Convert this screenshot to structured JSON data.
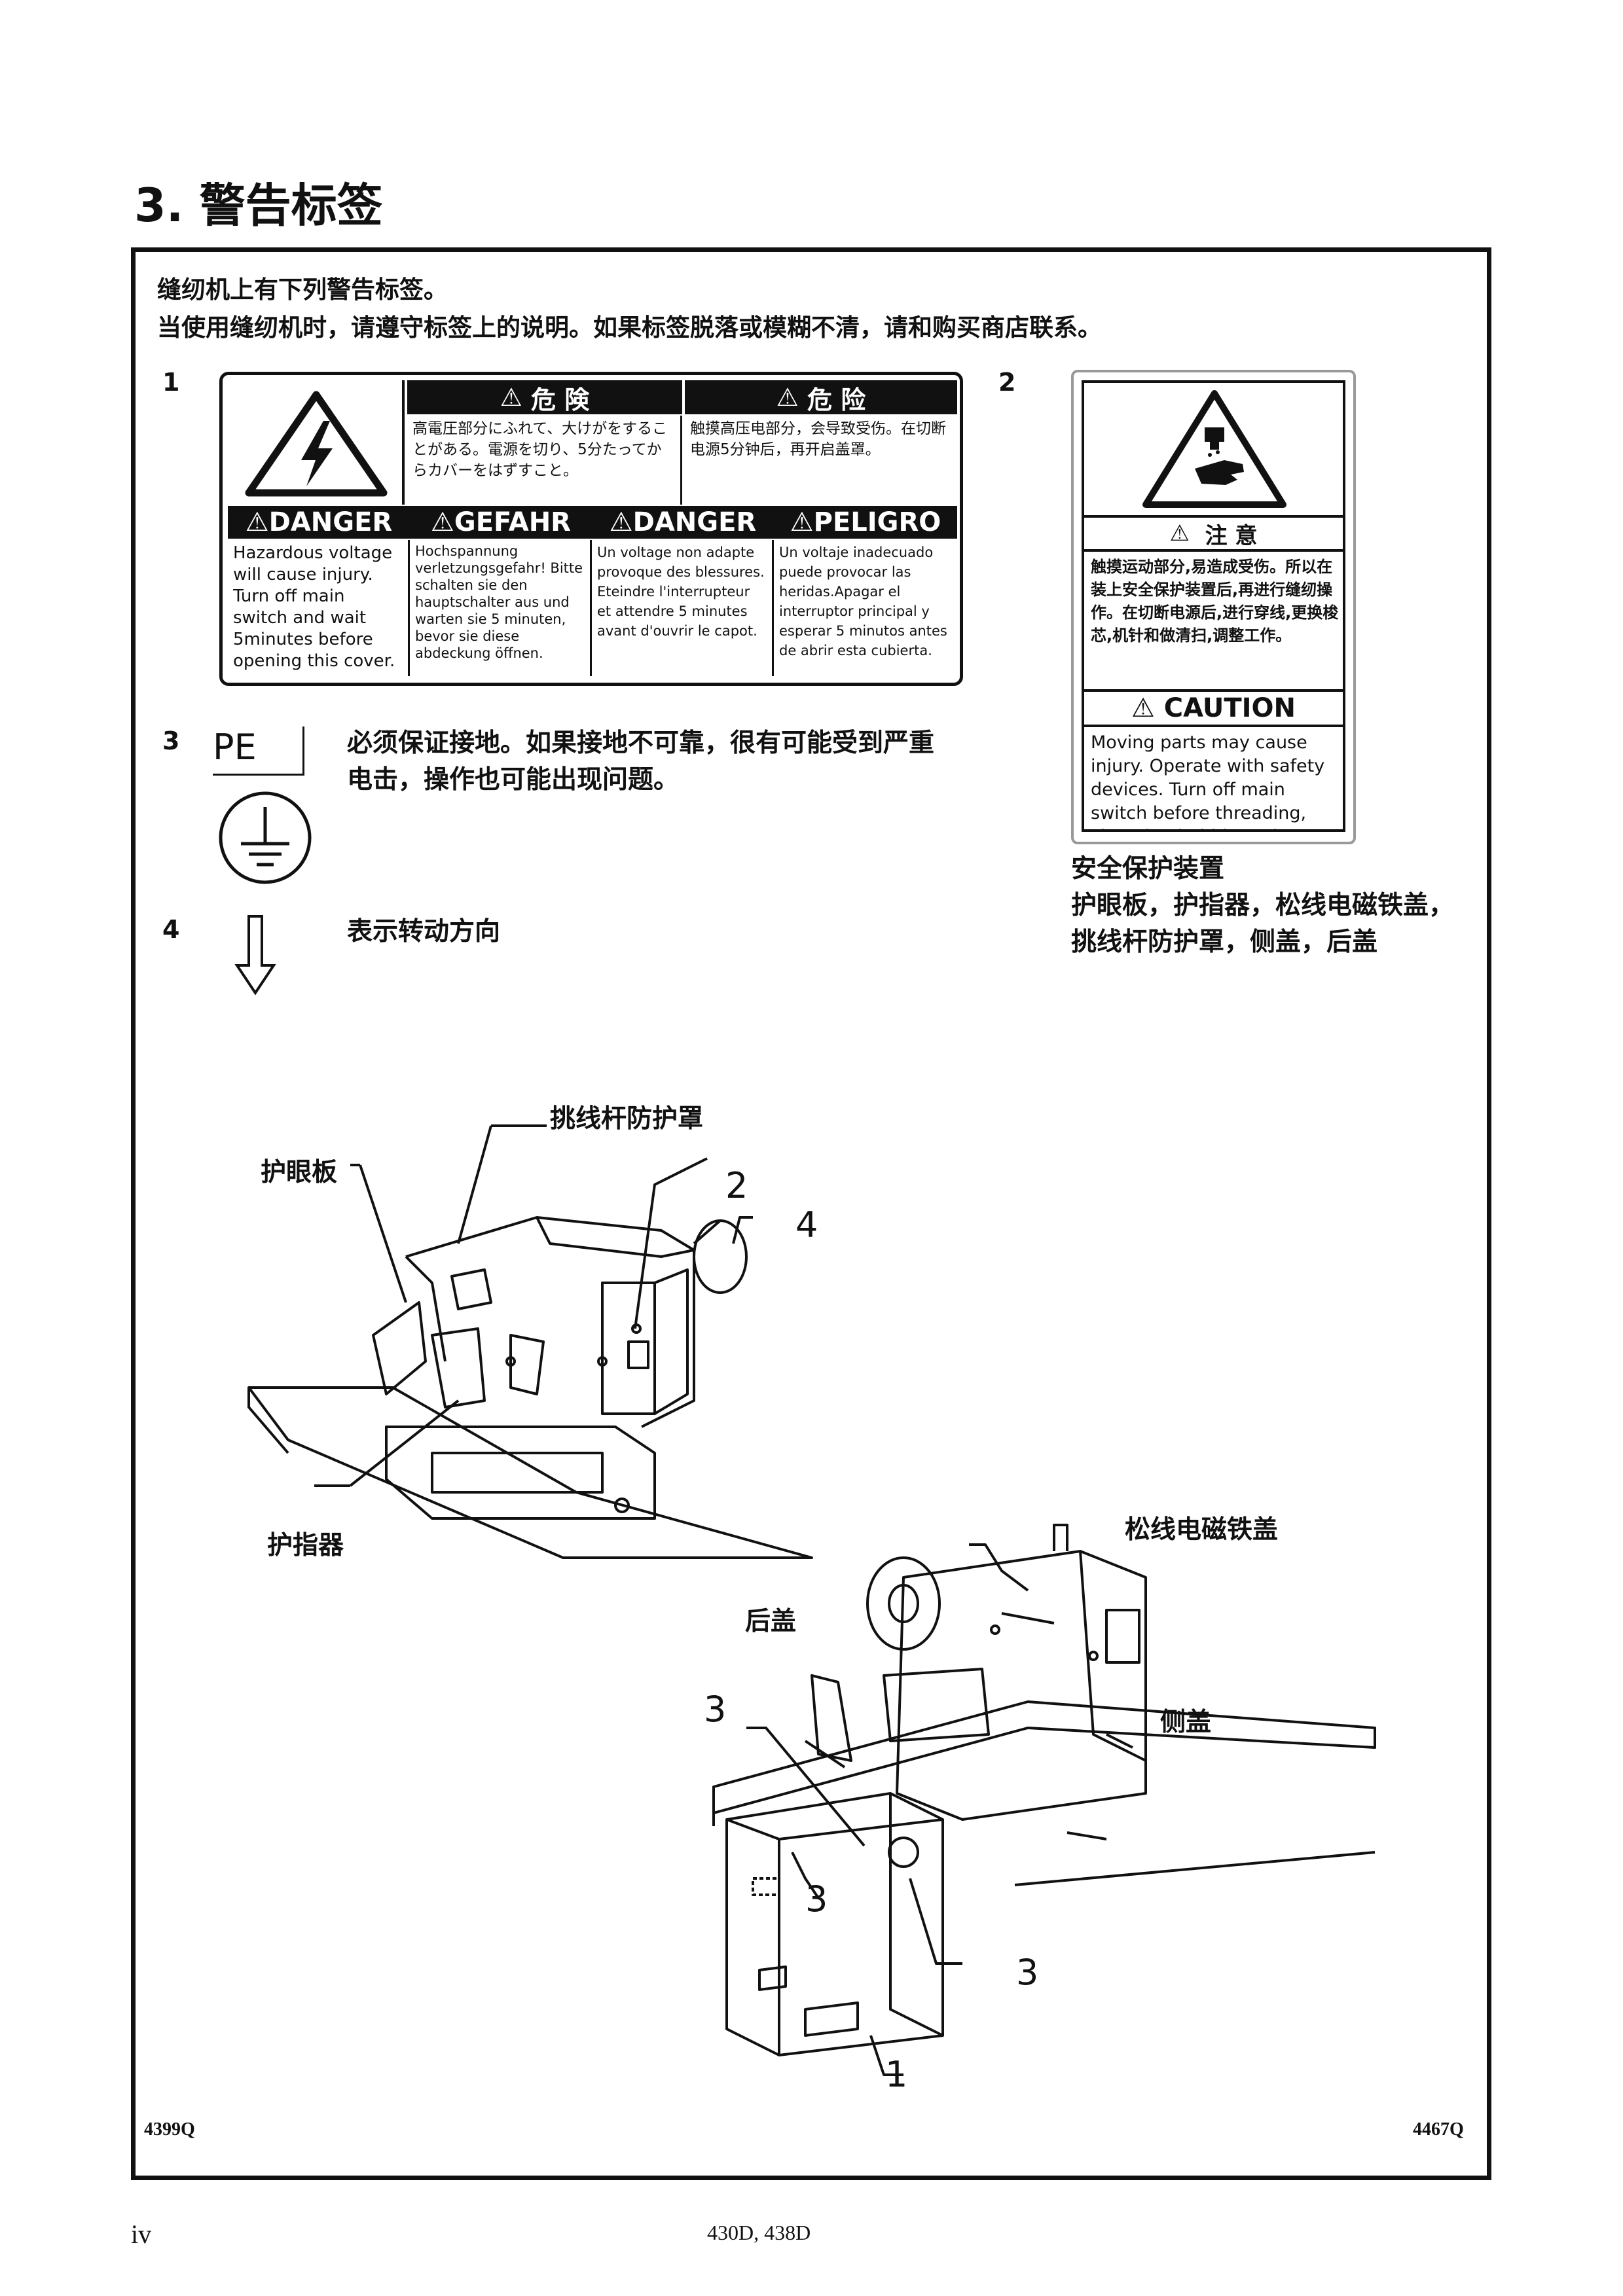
{
  "title": "3. 警告标签",
  "intro": {
    "line1": "缝纫机上有下列警告标签。",
    "line2": "当使用缝纫机时，请遵守标签上的说明。如果标签脱落或模糊不清，请和购买商店联系。"
  },
  "items": {
    "n1": "1",
    "n2": "2",
    "n3": "3",
    "n4": "4"
  },
  "label1": {
    "kiken_jp": "危 険",
    "kiken_cn": "危 险",
    "jp_text": "高電圧部分にふれて、大けがをすることがある。電源を切り、5分たってからカバーをはずすこと。",
    "cn_text": "触摸高压电部分，会导致受伤。在切断电源5分钟后，再开启盖罩。",
    "h_en": "DANGER",
    "h_de": "GEFAHR",
    "h_fr": "DANGER",
    "h_es": "PELIGRO",
    "t_en": "Hazardous voltage will cause injury. Turn off main switch and wait 5minutes before opening this cover.",
    "t_de": "Hochspannung verletzungsgefahr! Bitte schalten sie den hauptschalter aus und warten sie 5 minuten, bevor sie diese abdeckung öffnen.",
    "t_fr": "Un voltage non adapte provoque des blessures. Eteindre l'interrupteur et attendre 5 minutes avant d'ouvrir le capot.",
    "t_es": "Un voltaje inadecuado puede provocar las heridas.Apagar el interruptor principal y esperar 5 minutos antes de abrir esta cubierta."
  },
  "label2": {
    "zhuyi": "注 意",
    "cn_text": "触摸运动部分,易造成受伤。所以在装上安全保护装置后,再进行缝纫操作。在切断电源后,进行穿线,更换梭芯,机针和做清扫,调整工作。",
    "caution": "CAUTION",
    "en_text": "Moving parts may cause injury. Operate with safety devices. Turn off main switch before threading, changing bobbin and needle, cleaning etc."
  },
  "safety": {
    "title": "安全保护装置",
    "line1": "护眼板，护指器，松线电磁铁盖，",
    "line2": "挑线杆防护罩，侧盖，后盖"
  },
  "pe": {
    "symbol": "PE",
    "line1": "必须保证接地。如果接地不可靠，很有可能受到严重",
    "line2": "电击，操作也可能出现问题。"
  },
  "rotation": {
    "text": "表示转动方向"
  },
  "figure1": {
    "callout_guard": "挑线杆防护罩",
    "callout_eye": "护眼板",
    "callout_finger": "护指器",
    "n2": "2",
    "n4": "4"
  },
  "figure2": {
    "callout_solenoid": "松线电磁铁盖",
    "callout_rear": "后盖",
    "callout_side": "侧盖",
    "n3a": "3",
    "n3b": "3",
    "n3c": "3",
    "n1": "1"
  },
  "codes": {
    "left": "4399Q",
    "right": "4467Q"
  },
  "footer": {
    "page": "iv",
    "model": "430D, 438D"
  }
}
